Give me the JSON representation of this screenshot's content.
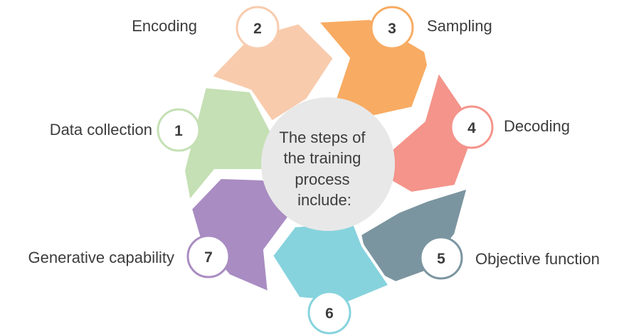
{
  "center": {
    "lines": [
      "The steps of",
      "the training",
      "process",
      "include:"
    ],
    "fill": "#e8e8e8"
  },
  "steps": [
    {
      "number": "1",
      "label": "Data collection",
      "color": "#c5e0b4"
    },
    {
      "number": "2",
      "label": "Encoding",
      "color": "#f8cbad"
    },
    {
      "number": "3",
      "label": "Sampling",
      "color": "#f8ab62"
    },
    {
      "number": "4",
      "label": "Decoding",
      "color": "#f4948b"
    },
    {
      "number": "5",
      "label": "Objective function",
      "color": "#7b95a0"
    },
    {
      "number": "6",
      "label": "",
      "color": "#86d3dd"
    },
    {
      "number": "7",
      "label": "Generative capability",
      "color": "#a98cc2"
    }
  ]
}
